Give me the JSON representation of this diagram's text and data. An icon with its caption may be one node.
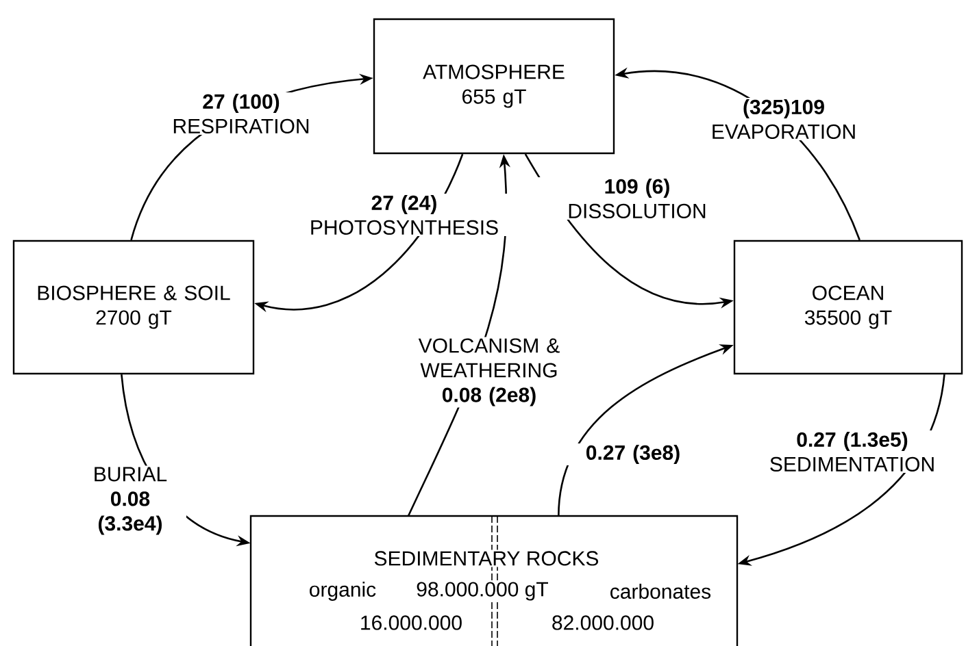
{
  "diagram": {
    "nodes": [
      {
        "text": [
          "ATMOSPHERE",
          "655 gT"
        ]
      },
      {
        "text": [
          "BIOSPHERE & SOIL",
          "2700 gT"
        ]
      },
      {
        "text": [
          "OCEAN",
          "35500 gT"
        ]
      },
      {
        "text": [
          "SEDIMENTARY ROCKS",
          "98.000.000 gT"
        ]
      },
      {
        "text": [
          "organic",
          "16.000.000"
        ],
        "in": 3
      },
      {
        "text": [
          "carbonates",
          "82.000.000"
        ],
        "in": 3
      }
    ],
    "edges": [
      {
        "from": 1,
        "to": 0,
        "arrow": "to",
        "label": "**27 (100)** RESPIRATION"
      },
      {
        "from": 0,
        "to": 1,
        "arrow": "to",
        "label": "**27 (24)** PHOTOSYNTHESIS"
      },
      {
        "from": 0,
        "to": 2,
        "arrow": "to",
        "label": "**109 (6)** DISSOLUTION"
      },
      {
        "from": 2,
        "to": 0,
        "arrow": "to",
        "label": "**(325)109** EVAPORATION"
      },
      {
        "from": 4,
        "to": 0,
        "arrow": "to",
        "label": "VOLCANISM & WEATHERING **0.08 (2e8)**"
      },
      {
        "from": 5,
        "to": 2,
        "arrow": "to",
        "label": "0.27 (3e8)"
      },
      {
        "from": 1,
        "to": 4,
        "arrow": "to",
        "label": "BURIAL **0.08 (3.3e4)**"
      },
      {
        "from": 2,
        "to": 5,
        "arrow": "to",
        "label": "**0.27 (1.3e5)** SEDIMENTATION"
      }
    ]
  }
}
